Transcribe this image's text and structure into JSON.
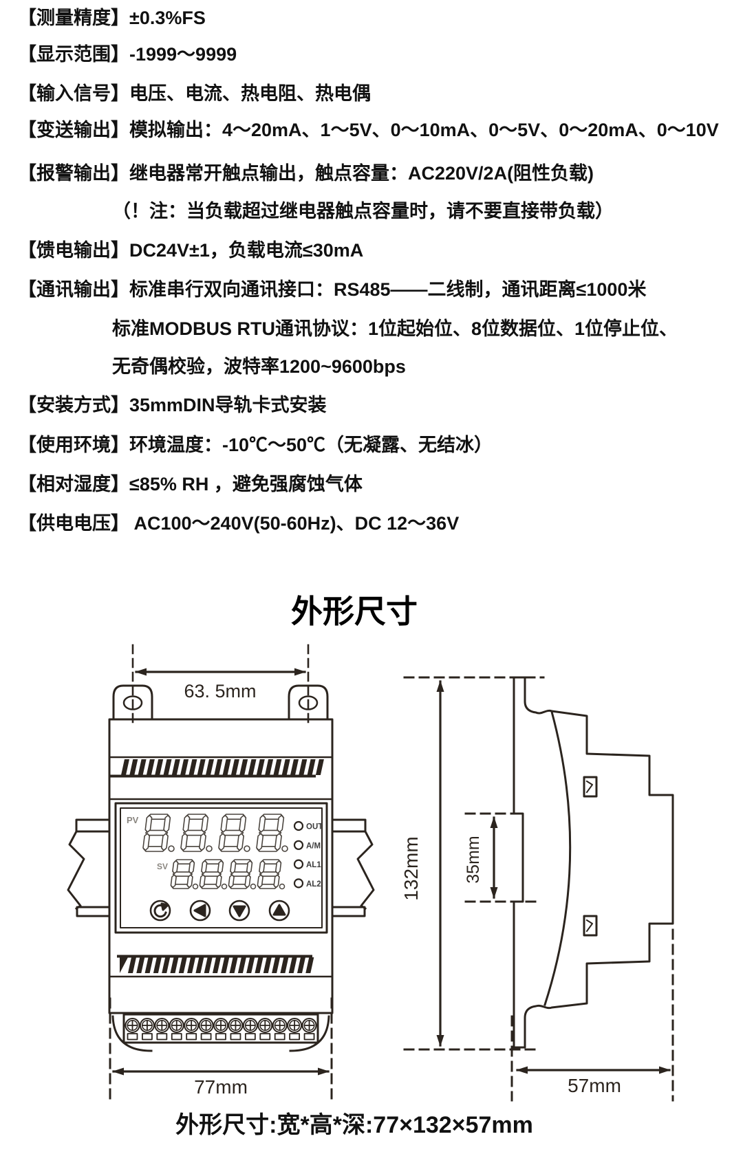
{
  "specs": [
    {
      "label": "【测量精度】",
      "text": "±0.3%FS"
    },
    {
      "label": "【显示范围】",
      "text": "-1999～9999"
    },
    {
      "label": "【输入信号】",
      "text": "电压、电流、热电阻、热电偶"
    },
    {
      "label": "【变送输出】",
      "text": "模拟输出：4～20mA、1～5V、0～10mA、0～5V、0～20mA、0～10V"
    },
    {
      "label": "【报警输出】",
      "text": "继电器常开触点输出，触点容量：AC220V/2A(阻性负载)"
    },
    {
      "label": "",
      "text": "（！注：当负载超过继电器触点容量时，请不要直接带负载）"
    },
    {
      "label": "【馈电输出】",
      "text": "DC24V±1，负载电流≤30mA"
    },
    {
      "label": "【通讯输出】",
      "text": "标准串行双向通讯接口：RS485——二线制，通讯距离≤1000米"
    },
    {
      "label": "",
      "text": "标准MODBUS RTU通讯协议：1位起始位、8位数据位、1位停止位、"
    },
    {
      "label": "",
      "text": "无奇偶校验，波特率1200~9600bps"
    },
    {
      "label": "【安装方式】",
      "text": "35mmDIN导轨卡式安装"
    },
    {
      "label": "【使用环境】",
      "text": "环境温度：-10℃～50℃（无凝露、无结冰）"
    },
    {
      "label": "【相对湿度】",
      "text": "≤85% RH ，避免强腐蚀气体"
    },
    {
      "label": "【供电电压】",
      "text": " AC100～240V(50-60Hz)、DC 12～36V"
    }
  ],
  "section_title": "外形尺寸",
  "caption": "外形尺寸:宽*高*深:77×132×57mm",
  "front_view": {
    "width_top_label": "63. 5mm",
    "width_bottom_label": "77mm",
    "display": {
      "pv_label": "PV",
      "sv_label": "SV",
      "pv_digit_count": 4,
      "sv_digit_count": 4
    },
    "leds": [
      "OUT",
      "A/M",
      "AL1",
      "AL2"
    ],
    "buttons": [
      "cycle",
      "left",
      "down",
      "up"
    ],
    "terminal_count": 13
  },
  "side_view": {
    "height_label": "132mm",
    "rail_label": "35mm",
    "depth_label": "57mm"
  },
  "colors": {
    "ink": "#2b241e",
    "digit": "#4a443e",
    "muted": "#8a8680",
    "led_label": "#3c3c3c"
  }
}
